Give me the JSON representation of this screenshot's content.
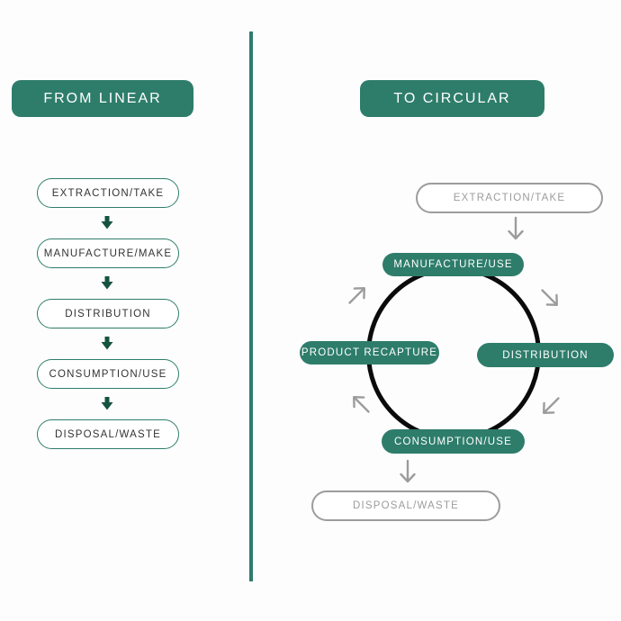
{
  "left_panel": {
    "header": "FROM LINEAR",
    "steps": [
      "EXTRACTION/TAKE",
      "MANUFACTURE/MAKE",
      "DISTRIBUTION",
      "CONSUMPTION/USE",
      "DISPOSAL/WASTE"
    ]
  },
  "right_panel": {
    "header": "TO CIRCULAR",
    "input_step": "EXTRACTION/TAKE",
    "cycle_steps": [
      "MANUFACTURE/USE",
      "DISTRIBUTION",
      "CONSUMPTION/USE",
      "PRODUCT RECAPTURE"
    ],
    "output_step": "DISPOSAL/WASTE"
  },
  "icons": {
    "solid_down_arrow": "solid dark-green down arrow between linear steps",
    "thin_down_arrow": "thin gray down arrow",
    "diagonal_flow_arrows": "thin gray diagonal arrows showing clockwise cycle"
  },
  "colors": {
    "teal": "#2e7d6b",
    "dark_green_arrow": "#165240",
    "gray": "#9c9c9c",
    "circle_black": "#0b0b0b",
    "step_text": "#333333",
    "background": "#fdfdfd"
  }
}
